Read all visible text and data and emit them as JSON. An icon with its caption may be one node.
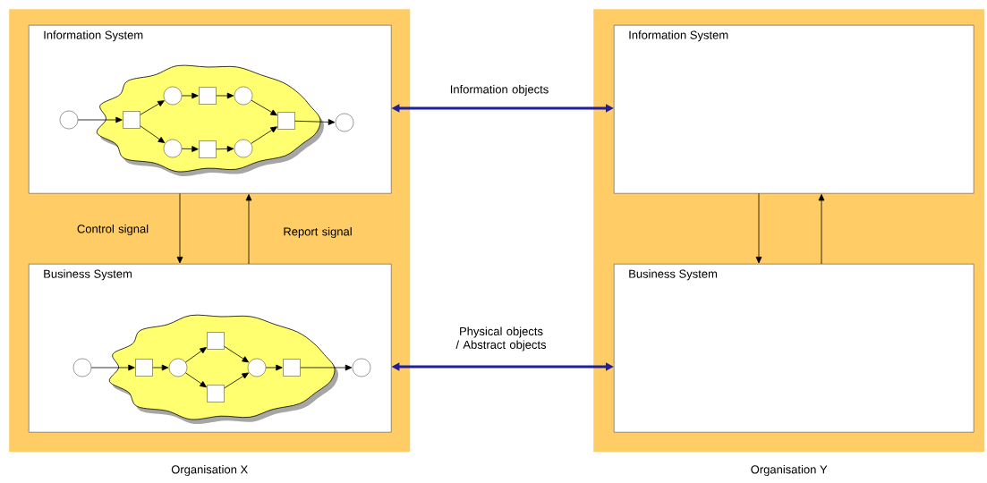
{
  "diagram": {
    "nodes": [
      {
        "text": [
          "Organisation X"
        ]
      },
      {
        "text": [
          "Information System"
        ],
        "in": 0
      },
      {
        "text": [],
        "shape": "circle",
        "in": 1
      },
      {
        "text": [],
        "shape": "cloud",
        "in": 1
      },
      {
        "text": [],
        "shape": "box",
        "in": 3
      },
      {
        "text": [],
        "shape": "circle",
        "in": 3
      },
      {
        "text": [],
        "shape": "box",
        "in": 3
      },
      {
        "text": [],
        "shape": "circle",
        "in": 3
      },
      {
        "text": [],
        "shape": "circle",
        "in": 3
      },
      {
        "text": [],
        "shape": "box",
        "in": 3
      },
      {
        "text": [],
        "shape": "circle",
        "in": 3
      },
      {
        "text": [],
        "shape": "box",
        "in": 3
      },
      {
        "text": [],
        "shape": "circle",
        "in": 1
      },
      {
        "text": [
          "Business System"
        ],
        "in": 0
      },
      {
        "text": [],
        "shape": "circle",
        "in": 13
      },
      {
        "text": [],
        "shape": "cloud",
        "in": 13
      },
      {
        "text": [],
        "shape": "box",
        "in": 15
      },
      {
        "text": [],
        "shape": "circle",
        "in": 15
      },
      {
        "text": [],
        "shape": "box",
        "in": 15
      },
      {
        "text": [],
        "shape": "box",
        "in": 15
      },
      {
        "text": [],
        "shape": "circle",
        "in": 15
      },
      {
        "text": [],
        "shape": "box",
        "in": 15
      },
      {
        "text": [],
        "shape": "circle",
        "in": 13
      },
      {
        "text": [
          "Organisation Y"
        ]
      },
      {
        "text": [
          "Information System"
        ],
        "in": 23
      },
      {
        "text": [
          "Business System"
        ],
        "in": 23
      }
    ],
    "edges": [
      {
        "from": 2,
        "to": 4,
        "arrow": "to"
      },
      {
        "from": 4,
        "to": 5,
        "arrow": "to"
      },
      {
        "from": 4,
        "to": 8,
        "arrow": "to"
      },
      {
        "from": 5,
        "to": 6,
        "arrow": "to"
      },
      {
        "from": 6,
        "to": 7,
        "arrow": "to"
      },
      {
        "from": 8,
        "to": 9,
        "arrow": "to"
      },
      {
        "from": 9,
        "to": 10,
        "arrow": "to"
      },
      {
        "from": 7,
        "to": 11,
        "arrow": "to"
      },
      {
        "from": 10,
        "to": 11,
        "arrow": "to"
      },
      {
        "from": 11,
        "to": 12,
        "arrow": "to"
      },
      {
        "from": 14,
        "to": 16,
        "arrow": "to"
      },
      {
        "from": 16,
        "to": 17,
        "arrow": "to"
      },
      {
        "from": 17,
        "to": 18,
        "arrow": "to"
      },
      {
        "from": 17,
        "to": 19,
        "arrow": "to"
      },
      {
        "from": 18,
        "to": 20,
        "arrow": "to"
      },
      {
        "from": 19,
        "to": 20,
        "arrow": "to"
      },
      {
        "from": 20,
        "to": 21,
        "arrow": "to"
      },
      {
        "from": 21,
        "to": 22,
        "arrow": "to"
      },
      {
        "from": 1,
        "to": 13,
        "arrow": "to",
        "label": "Control signal"
      },
      {
        "from": 13,
        "to": 1,
        "arrow": "to",
        "label": "Report signal"
      },
      {
        "from": 1,
        "to": 24,
        "arrow": "both",
        "label": "Information objects",
        "style": "thick",
        "color": "#1f1fa0"
      },
      {
        "from": 13,
        "to": 25,
        "arrow": "both",
        "label": "Physical objects / Abstract objects",
        "style": "thick",
        "color": "#1f1fa0"
      },
      {
        "from": 24,
        "to": 25,
        "arrow": "to"
      },
      {
        "from": 25,
        "to": 24,
        "arrow": "to"
      }
    ]
  }
}
